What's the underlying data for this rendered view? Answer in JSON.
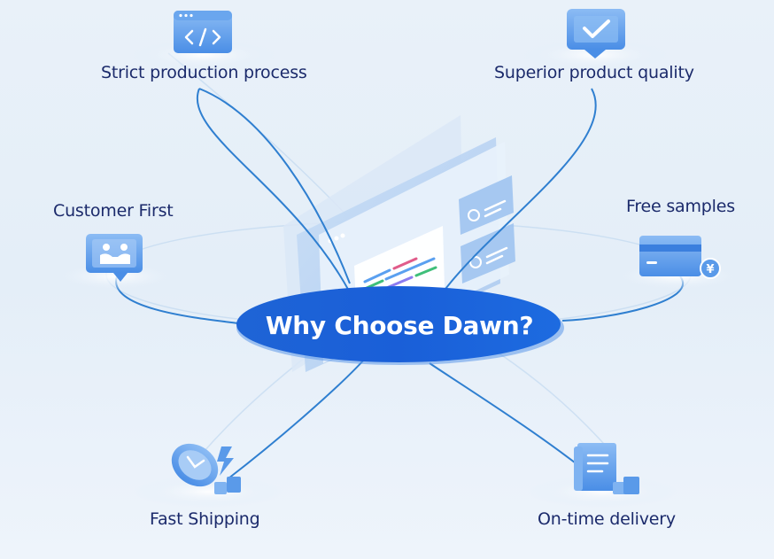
{
  "center": {
    "title": "Why Choose Dawn?"
  },
  "features": [
    {
      "label": "Strict production process",
      "icon": "code-window-icon"
    },
    {
      "label": "Superior product quality",
      "icon": "checkmark-badge-icon"
    },
    {
      "label": "Customer First",
      "icon": "handshake-icon"
    },
    {
      "label": "Free samples",
      "icon": "card-coin-icon"
    },
    {
      "label": "Fast Shipping",
      "icon": "clock-lightning-icon"
    },
    {
      "label": "On-time delivery",
      "icon": "document-boxes-icon"
    }
  ],
  "colors": {
    "accent": "#1466d8",
    "line": "#2f7fd0",
    "label": "#1b2a6b",
    "center_text": "#ffffff"
  }
}
